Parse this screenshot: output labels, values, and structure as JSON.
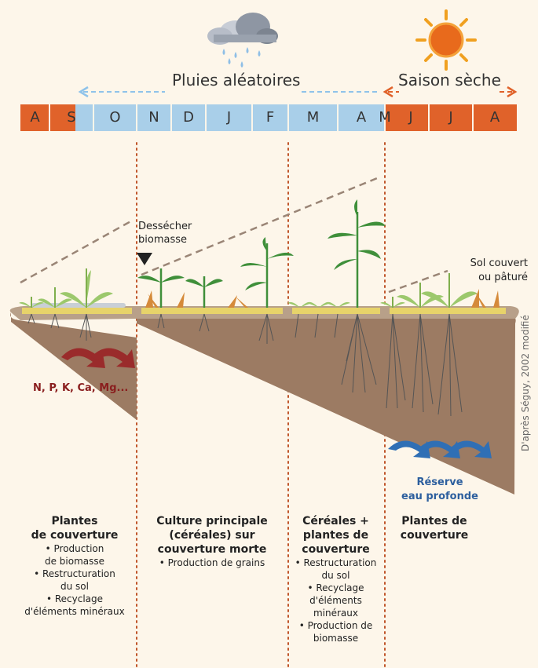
{
  "seasons": {
    "rain": "Pluies aléatoires",
    "dry": "Saison sèche"
  },
  "colors": {
    "dry": "#e0622a",
    "rain": "#a9cfe9",
    "soil": "#9c7b63",
    "dots": "#c0552a",
    "arrow_red": "#9a2b2b",
    "arrow_blue": "#2f6fb5",
    "mulch": "#e7d36a",
    "plant": "#3f8f3a"
  },
  "months": [
    "A",
    "S",
    "O",
    "N",
    "D",
    "J",
    "F",
    "M",
    "A",
    "M",
    "J",
    "J",
    "A"
  ],
  "labels": {
    "dry_out": "Dessécher\nbiomasse",
    "soil_covered": "Sol couvert\nou pâturé",
    "nutrients": "N, P, K, Ca, Mg...",
    "reserve": "Réserve\neau profonde",
    "credit": "D'après Séguy, 2002 modifié"
  },
  "columns": [
    {
      "heading": "Plantes\nde couverture",
      "body": "• Production\nde biomasse\n• Restructuration\ndu sol\n• Recyclage\nd'éléments minéraux"
    },
    {
      "heading": "Culture principale\n(céréales) sur\ncouverture morte",
      "body": "• Production de grains"
    },
    {
      "heading": "Céréales +\nplantes de\ncouverture",
      "body": "• Restructuration\ndu sol\n• Recyclage\nd'éléments\nminéraux\n• Production de\nbiomasse"
    },
    {
      "heading": "Plantes de\ncouverture",
      "body": ""
    }
  ],
  "icons": [
    "rain-cloud-icon",
    "sun-icon",
    "marker-triangle-icon"
  ]
}
